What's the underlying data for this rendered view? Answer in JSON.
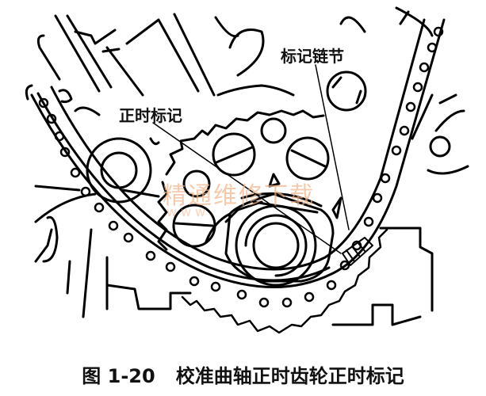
{
  "figure": {
    "labels": {
      "timing_mark": "正时标记",
      "marked_link": "标记链节"
    },
    "watermark": {
      "text": "精通维修下载",
      "url": "www."
    },
    "caption": {
      "number": "图 1-20",
      "title": "校准曲轴正时齿轮正时标记"
    },
    "colors": {
      "line": "#000000",
      "background": "#ffffff",
      "watermark": "#f2b48a"
    }
  }
}
